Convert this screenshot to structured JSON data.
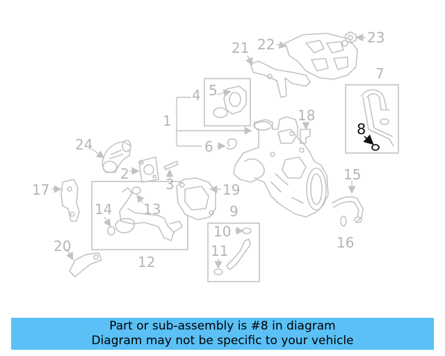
{
  "diagram": {
    "labels": {
      "l1": "1",
      "l2": "2",
      "l3": "3",
      "l4": "4",
      "l5": "5",
      "l6": "6",
      "l7": "7",
      "l8": "8",
      "l9": "9",
      "l10": "10",
      "l11": "11",
      "l12": "12",
      "l13": "13",
      "l14": "14",
      "l15": "15",
      "l16": "16",
      "l17": "17",
      "l18": "18",
      "l19": "19",
      "l20": "20",
      "l21": "21",
      "l22": "22",
      "l23": "23",
      "l24": "24"
    },
    "highlighted_part": "8",
    "colors": {
      "part_lines": "#c3c3c3",
      "highlight": "#111111",
      "banner": "#5ac0f5"
    }
  },
  "banner": {
    "line1": "Part or sub-assembly is #8 in diagram",
    "line2": "Diagram may not be specific to your vehicle"
  }
}
